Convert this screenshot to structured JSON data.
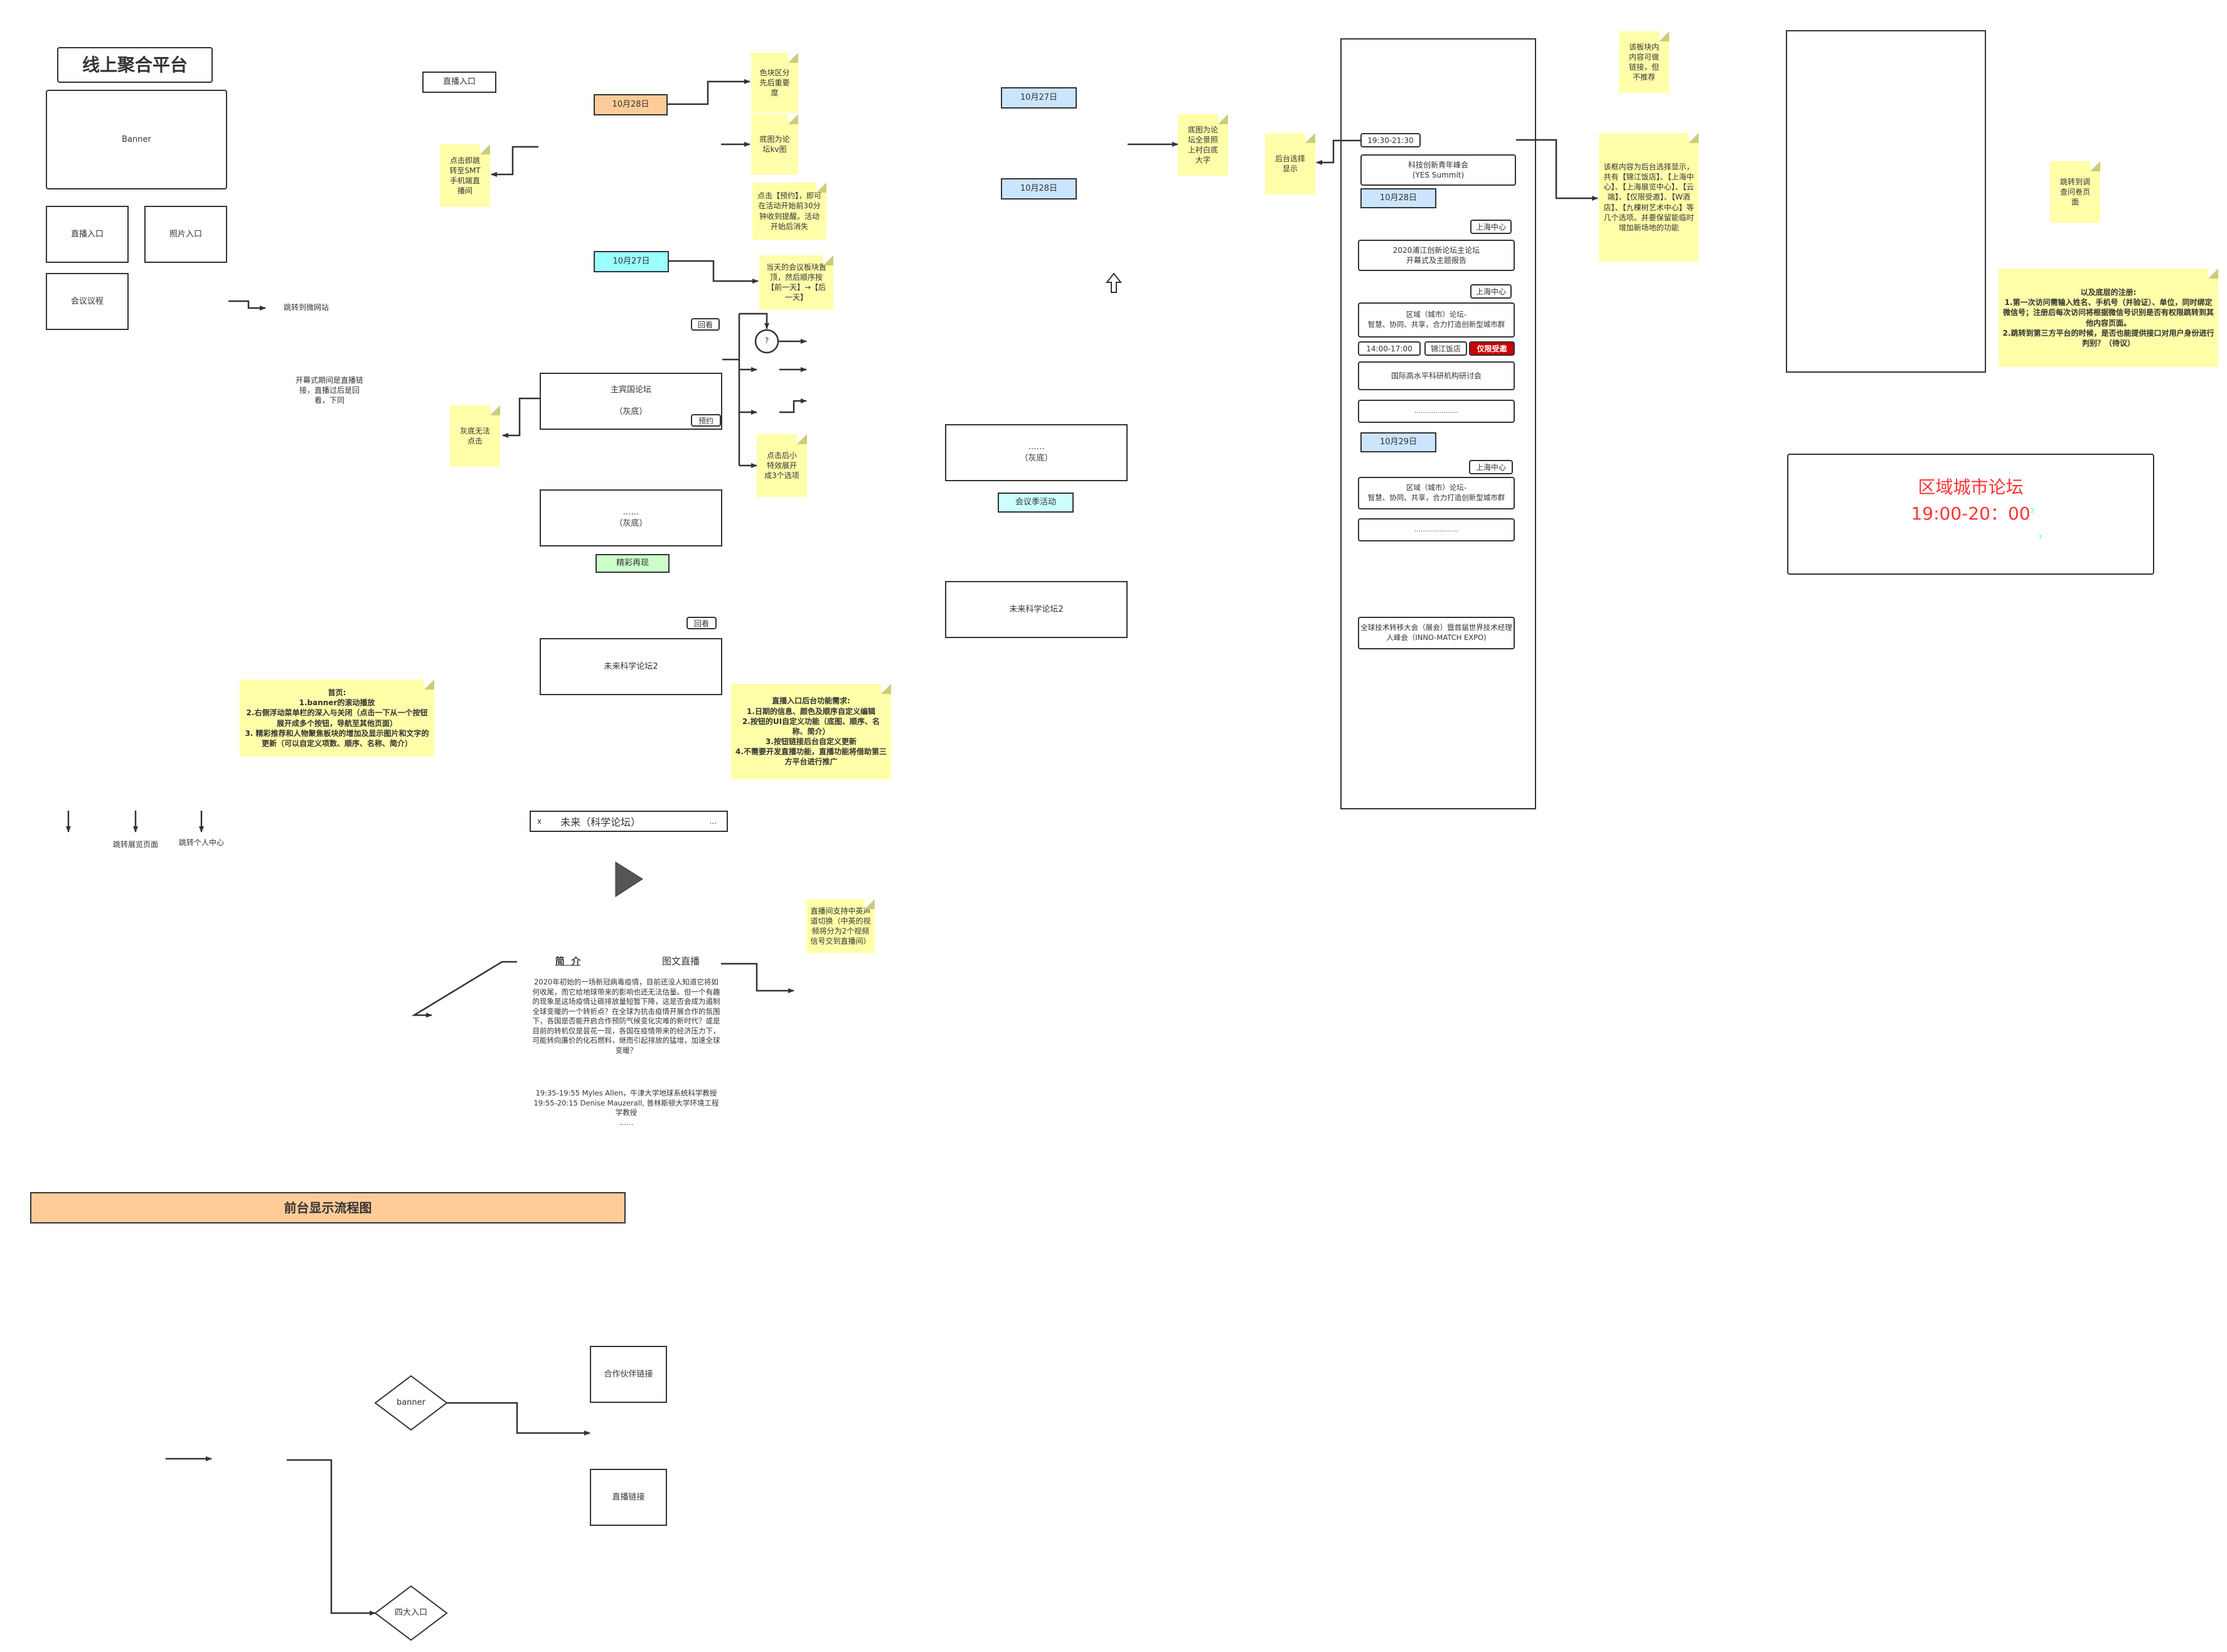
{
  "colors": {
    "note": "#ffffaa",
    "orange": "#ffcc99",
    "cyan": "#99ffff",
    "light_blue": "#cce5ff",
    "green": "#ccffcc",
    "light_cyan": "#ccffff",
    "red": "#cc0000",
    "red_text": "#ff3333"
  },
  "home": {
    "title": "线上聚合平台",
    "banner": "Banner",
    "live_entry": "直播入口",
    "photo_entry": "照片入口",
    "agenda": "会议议程",
    "jump_micro_site": "跳转到微网站",
    "opening_note": "开幕式期间是直播链\n接，直播过后是回\n看，下同",
    "jump_exhibition": "跳转展览页面",
    "jump_profile": "跳转个人中心",
    "home_note": "首页:\n1.banner的滚动播放\n2.右侧浮动菜单栏的深入与关闭（点击一下从一个按钮展开成多个按钮，导航至其他页面）\n3. 精彩推荐和人物聚焦板块的增加及显示图片和文字的更新（可以自定义项数、顺序、名称、简介）"
  },
  "live": {
    "entry_label": "直播入口",
    "note_smt": "点击即跳\n转至SMT\n手机端直\n播间",
    "date_28": "10月28日",
    "date_27": "10月27日",
    "note_color": "色块区分\n先后重要\n度",
    "note_kv": "底图为论\n坛kv图",
    "note_reserve": "点击【预约】，即可在活动开始前30分钟收到提醒。活动开始后消失",
    "note_today": "当天的会议板块置顶，然后顺序按【前一天】→【后一天】",
    "replay": "回看",
    "question": "?",
    "note_expand": "点击后小\n特效展开\n成3个选项",
    "forum_main": "主宾国论坛\n\n（灰底）",
    "reserve": "预约",
    "note_grey": "灰底无法\n点击",
    "forum_more": "……\n（灰底）",
    "highlights": "精彩再现",
    "replay2": "回看",
    "forum_future": "未来科学论坛2",
    "backend_note": "直播入口后台功能需求:\n1.日期的信息、颜色及顺序自定义编辑\n2.按钮的UI自定义功能（底图、顺序、名称、简介）\n3.按钮链接后台自定义更新\n4.不需要开发直播功能，直播功能将借助第三方平台进行推广"
  },
  "player": {
    "close": "x",
    "title": "未来（科学论坛）",
    "more": "...",
    "tab_intro": "简  介",
    "tab_text_live": "图文直播",
    "intro_text": "2020年初始的一场新冠病毒疫情，目前还没人知道它将如何收尾，而它给地球带来的影响也还无法估量。但一个有趣的现象是这场疫情让碳排放量短暂下降，这是否会成为遏制全球变暖的一个转折点？在全球为抗击疫情开展合作的氛围下，各国是否能开启合作预防气候变化灾难的新时代？或是目前的转机仅是昙花一现，各国在疫情带来的经济压力下，可能转向廉价的化石燃料，继而引起排放的猛增，加速全球变暖？",
    "schedule": [
      "19:35-19:55  Myles Allen，牛津大学地球系统科学教授",
      "19:55-20:15 Denise Mauzerall, 普林斯顿大学环境工程学教授",
      "……"
    ],
    "note_audio": "直播间支持中英声道切换（中英的视频将分为2个视频信号交到直播间）"
  },
  "flow": {
    "title": "前台显示流程图",
    "banner": "banner",
    "partner_link": "合作伙伴链接",
    "live_link": "直播链接",
    "four_entries": "四大入口"
  },
  "agenda_page": {
    "date_27": "10月27日",
    "date_28": "10月28日",
    "note_bg": "底图为论\n坛全景照\n上衬白底\n大字",
    "note_backend": "后台选择\n显示",
    "forum_more": "……\n（灰底）",
    "season": "会议季活动",
    "forum_future": "未来科学论坛2"
  },
  "phone": {
    "time1": "19:30-21:30",
    "event1": "科技创新青年峰会\n(YES Summit)",
    "date_28": "10月28日",
    "venue1": "上海中心",
    "event2": "2020浦江创新论坛主论坛\n开幕式及主题报告",
    "venue2": "上海中心",
    "event3": "区域（城市）论坛-\n智慧、协同、共享，合力打造创新型城市群",
    "time3": "14:00-17:00",
    "venue3": "锦江饭店",
    "invite_only": "仅限受邀",
    "event4": "国际高水平科研机构研讨会",
    "event5": "…………………",
    "date_29": "10月29日",
    "venue6": "上海中心",
    "event6": "区域（城市）论坛-\n智慧、协同、共享，合力打造创新型城市群",
    "event7": "…………………",
    "event8": "全球技术转移大会（展会）暨首届世界技术经理人峰会（INNO-MATCH EXPO)"
  },
  "right": {
    "note_link": "该板块内\n内容可做\n链接，但\n不推荐",
    "note_venue": "该框内容为后台选择显示，共有【锦江饭店】、【上海中心】、【上海展览中心】、【云端】、【仅限受邀】、【W酒店】、【九棵树艺术中心】等几个选项。并要保留能临时增加新场地的功能",
    "note_survey": "跳转到调\n查问卷页\n面",
    "note_register": "以及底层的注册:\n1.第一次访问需输入姓名、手机号（并验证）、单位，同时绑定微信号；注册后每次访问将根据微信号识别是否有权限跳转到其他内容页面。\n2.跳转到第三方平台的时候，是否也能提供接口对用户身份进行判别？（待议）",
    "forum_name": "区域城市论坛",
    "forum_time": "19:00-20：00",
    "mark2": "2",
    "mark3": "3"
  }
}
